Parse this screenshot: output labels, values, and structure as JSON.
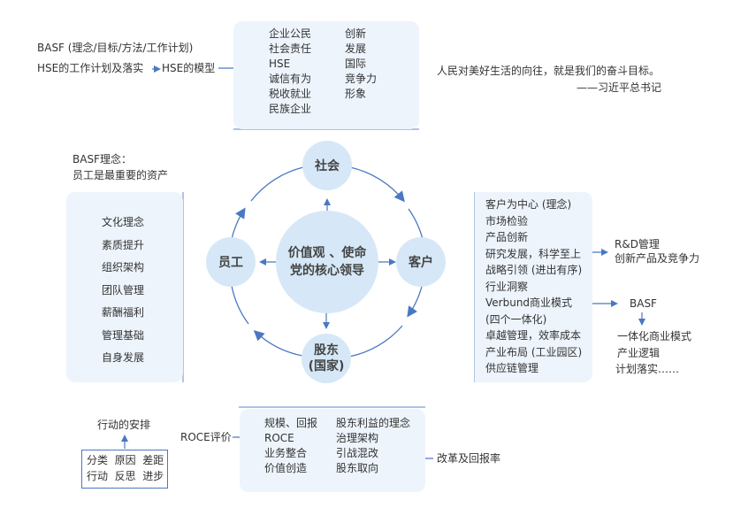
{
  "top_left": {
    "basf_line": "BASF (理念/目标/方法/工作计划)",
    "hse_plan": "HSE的工作计划及落实",
    "hse_model": "HSE的模型"
  },
  "top_panel": {
    "left_items": [
      "企业公民",
      "社会责任",
      "HSE",
      "诚信有为",
      "税收就业",
      "民族企业"
    ],
    "right_items": [
      "创新",
      "发展",
      "国际",
      "竞争力",
      "形象"
    ]
  },
  "quote": {
    "text": "人民对美好生活的向往，就是我们的奋斗目标。",
    "author": "——习近平总书记"
  },
  "left_section": {
    "caption_line1": "BASF理念：",
    "caption_line2": "员工是最重要的资产",
    "items": [
      "文化理念",
      "素质提升",
      "组织架构",
      "团队管理",
      "薪酬福利",
      "管理基础",
      "自身发展"
    ]
  },
  "cycle": {
    "center_line1": "价值观 、使命",
    "center_line2": "党的核心领导",
    "top": "社会",
    "right": "客户",
    "bottom_line1": "股东",
    "bottom_line2": "(国家)",
    "left": "员工"
  },
  "right_section": {
    "items": [
      "客户为中心 (理念)",
      "市场检验",
      "产品创新",
      "研究发展，科学至上",
      "战略引领 (进出有序)",
      "行业洞察",
      "Verbund商业模式",
      "(四个一体化)",
      "卓越管理，效率成本",
      "产业布局 (工业园区)",
      "供应链管理"
    ],
    "rd_line1": "R&D管理",
    "rd_line2": "创新产品及竞争力",
    "basf": "BASF",
    "basf_items": [
      "一体化商业模式",
      "产业逻辑",
      "计划落实……"
    ]
  },
  "bottom_left": {
    "action_title": "行动的安排",
    "grid_row1": "分类  原因  差距",
    "grid_row2": "行动  反思  进步"
  },
  "bottom_panel": {
    "roce_label": "ROCE评价",
    "left_items": [
      "规模、回报",
      "ROCE",
      "业务整合",
      "价值创造"
    ],
    "right_items": [
      "股东利益的理念",
      "治理架构",
      "引战混改",
      "股东取向"
    ],
    "reform_label": "改革及回报率"
  },
  "colors": {
    "accent": "#4a78c2",
    "panel_bg": "#edf4fc",
    "node_bg": "#d6e8f7",
    "text": "#333333"
  }
}
